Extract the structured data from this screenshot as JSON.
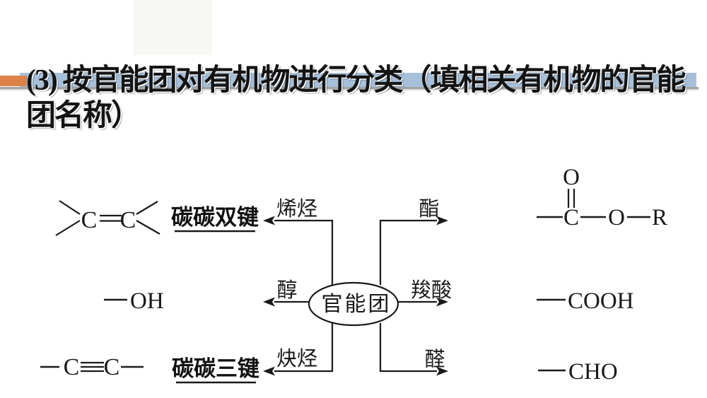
{
  "slide": {
    "title_line1": "(3) 按官能团对有机物进行分类（填相关有机物的官能",
    "title_line2": "团名称）"
  },
  "colors": {
    "accent_orange": "#DD8249",
    "title_band_blue": "#A6C0DA",
    "divider_gray": "#A3A3A3",
    "ink": "#1A1A1A"
  },
  "diagram": {
    "center": "官能团",
    "alkene_label": "烯烃",
    "alkene_group": "碳碳双键",
    "alcohol_label": "醇",
    "alkyne_label": "炔烃",
    "alkyne_group": "碳碳三键",
    "ester_label": "酯",
    "acid_label": "羧酸",
    "aldehyde_label": "醛",
    "structures": {
      "alkene_c1": "C",
      "alkene_c2": "C",
      "alcohol": "OH",
      "alkyne_c1": "C",
      "alkyne_c2": "C",
      "ester_top_o": "O",
      "ester_c": "C",
      "ester_o": "O",
      "ester_r": "R",
      "acid": "COOH",
      "aldehyde": "CHO"
    }
  }
}
